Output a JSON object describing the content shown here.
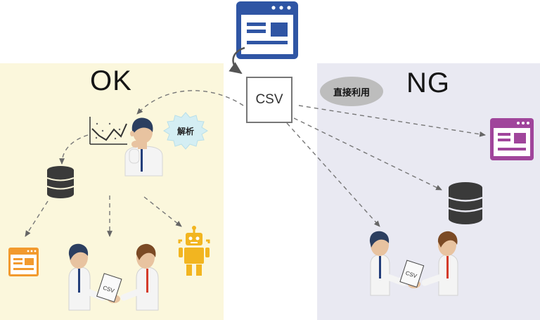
{
  "ok_title": "OK",
  "ng_title": "NG",
  "source_file_label": "CSV",
  "direct_use_label": "直接利用",
  "analysis_label": "解析",
  "doc_label": "CSV",
  "colors": {
    "ok_background": "#fbf7dc",
    "ng_background": "#e9e9f2",
    "source_window": "#2f55a4",
    "ok_window": "#f29a2e",
    "ng_window": "#a0459b",
    "robot": "#f2b520",
    "database": "#3a3a3a"
  },
  "icons": [
    "source-window-icon",
    "analysis-chart-icon",
    "thinking-person-icon",
    "database-icon",
    "orange-window-icon",
    "robot-icon",
    "handshake-icon",
    "purple-window-icon",
    "dark-database-icon"
  ]
}
